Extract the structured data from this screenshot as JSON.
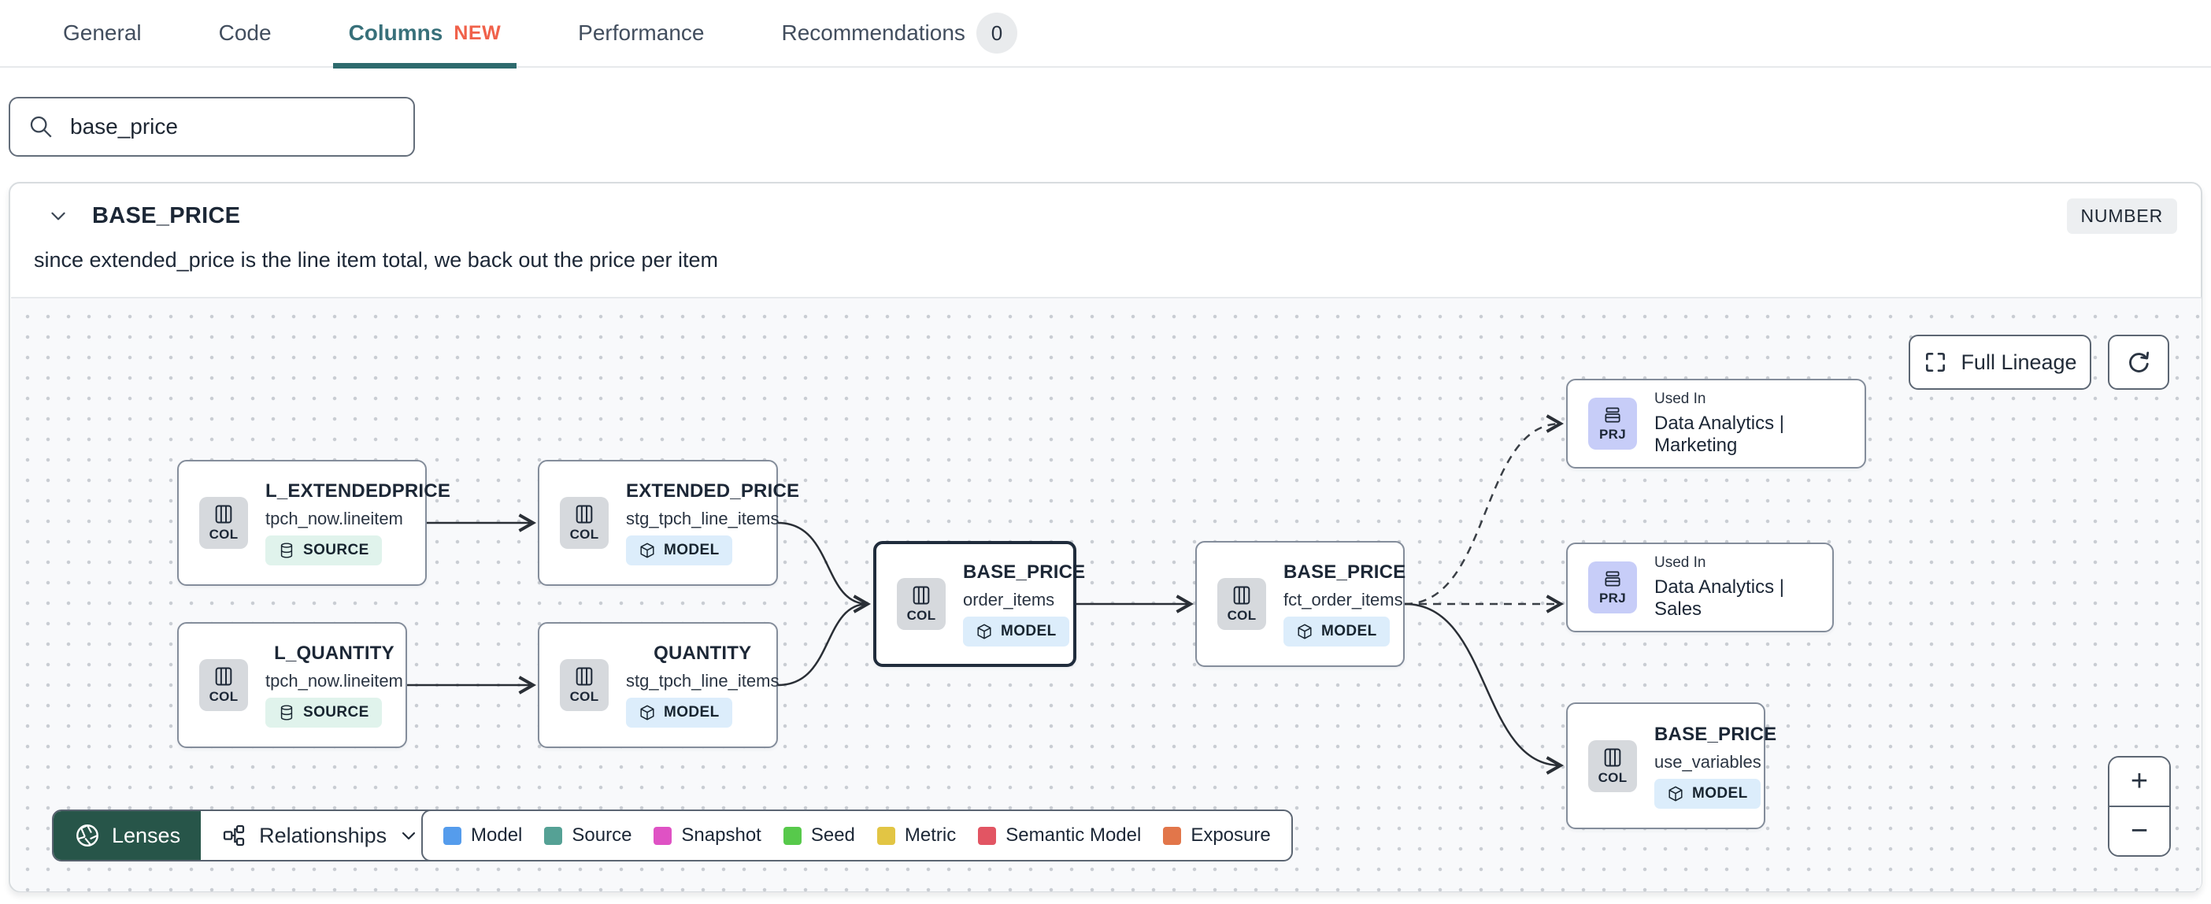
{
  "tabs": {
    "items": [
      {
        "label": "General"
      },
      {
        "label": "Code"
      },
      {
        "label": "Columns",
        "new_badge": "NEW"
      },
      {
        "label": "Performance"
      },
      {
        "label": "Recommendations",
        "count": "0"
      }
    ]
  },
  "search": {
    "value": "base_price"
  },
  "column_panel": {
    "name": "BASE_PRICE",
    "type_badge": "NUMBER",
    "description": "since extended_price is the line item total, we back out the price per item"
  },
  "lineage": {
    "controls": {
      "full_lineage_label": "Full Lineage",
      "zoom_in": "+",
      "zoom_out": "−",
      "lenses_label": "Lenses",
      "relationships_label": "Relationships"
    },
    "legend": {
      "items": [
        {
          "label": "Model",
          "color": "#559cec"
        },
        {
          "label": "Source",
          "color": "#55a195"
        },
        {
          "label": "Snapshot",
          "color": "#df52c4"
        },
        {
          "label": "Seed",
          "color": "#57c94b"
        },
        {
          "label": "Metric",
          "color": "#e2c544"
        },
        {
          "label": "Semantic Model",
          "color": "#e25563"
        },
        {
          "label": "Exposure",
          "color": "#e2764a"
        }
      ]
    },
    "nodes": [
      {
        "chip": "COL",
        "title": "L_EXTENDEDPRICE",
        "subtitle": "tpch_now.lineitem",
        "badge": "SOURCE"
      },
      {
        "chip": "COL",
        "title": "EXTENDED_PRICE",
        "subtitle": "stg_tpch_line_items",
        "badge": "MODEL"
      },
      {
        "chip": "COL",
        "title": "L_QUANTITY",
        "subtitle": "tpch_now.lineitem",
        "badge": "SOURCE"
      },
      {
        "chip": "COL",
        "title": "QUANTITY",
        "subtitle": "stg_tpch_line_items",
        "badge": "MODEL"
      },
      {
        "chip": "COL",
        "title": "BASE_PRICE",
        "subtitle": "order_items",
        "badge": "MODEL",
        "selected": true
      },
      {
        "chip": "COL",
        "title": "BASE_PRICE",
        "subtitle": "fct_order_items",
        "badge": "MODEL"
      },
      {
        "chip": "PRJ",
        "eyebrow": "Used In",
        "title": "Data Analytics | Marketing"
      },
      {
        "chip": "PRJ",
        "eyebrow": "Used In",
        "title": "Data Analytics | Sales"
      },
      {
        "chip": "COL",
        "title": "BASE_PRICE",
        "subtitle": "use_variables",
        "badge": "MODEL"
      }
    ],
    "colors": {
      "active_tab": "#38707a",
      "tab_underline": "#2e6b6e",
      "new_badge": "#f0614a",
      "lenses_button": "#275549",
      "model_badge_bg": "#dcedfb",
      "source_badge_bg": "#e0f3ec",
      "col_chip_bg": "#d6d9dd",
      "prj_chip_bg": "#c7cdf8",
      "selected_node_border": "#202c3c"
    }
  }
}
